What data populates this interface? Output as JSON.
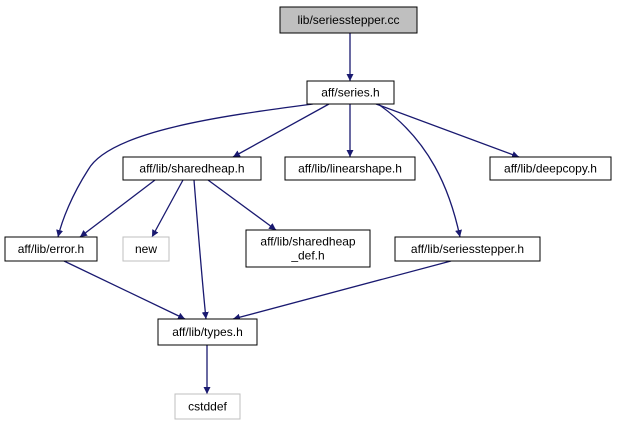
{
  "diagram": {
    "colors": {
      "edge": "#191970",
      "root_fill": "#bfbfbf",
      "node_border": "#000000",
      "external_border": "#bfbfbf",
      "node_fill": "#ffffff"
    },
    "nodes": {
      "seriesstepper_cc": {
        "lines": [
          "lib/seriesstepper.cc"
        ]
      },
      "series_h": {
        "lines": [
          "aff/series.h"
        ]
      },
      "sharedheap_h": {
        "lines": [
          "aff/lib/sharedheap.h"
        ]
      },
      "linearshape_h": {
        "lines": [
          "aff/lib/linearshape.h"
        ]
      },
      "deepcopy_h": {
        "lines": [
          "aff/lib/deepcopy.h"
        ]
      },
      "error_h": {
        "lines": [
          "aff/lib/error.h"
        ]
      },
      "new": {
        "lines": [
          "new"
        ]
      },
      "sharedheap_def_h": {
        "lines": [
          "aff/lib/sharedheap",
          "_def.h"
        ]
      },
      "seriesstepper_h": {
        "lines": [
          "aff/lib/seriesstepper.h"
        ]
      },
      "types_h": {
        "lines": [
          "aff/lib/types.h"
        ]
      },
      "cstddef": {
        "lines": [
          "cstddef"
        ]
      }
    },
    "edges": [
      {
        "from": "seriesstepper_cc",
        "to": "series_h"
      },
      {
        "from": "series_h",
        "to": "sharedheap_h"
      },
      {
        "from": "series_h",
        "to": "linearshape_h"
      },
      {
        "from": "series_h",
        "to": "deepcopy_h"
      },
      {
        "from": "series_h",
        "to": "error_h"
      },
      {
        "from": "series_h",
        "to": "seriesstepper_h"
      },
      {
        "from": "sharedheap_h",
        "to": "error_h"
      },
      {
        "from": "sharedheap_h",
        "to": "new"
      },
      {
        "from": "sharedheap_h",
        "to": "sharedheap_def_h"
      },
      {
        "from": "sharedheap_h",
        "to": "types_h"
      },
      {
        "from": "error_h",
        "to": "types_h"
      },
      {
        "from": "seriesstepper_h",
        "to": "types_h"
      },
      {
        "from": "types_h",
        "to": "cstddef"
      }
    ]
  }
}
